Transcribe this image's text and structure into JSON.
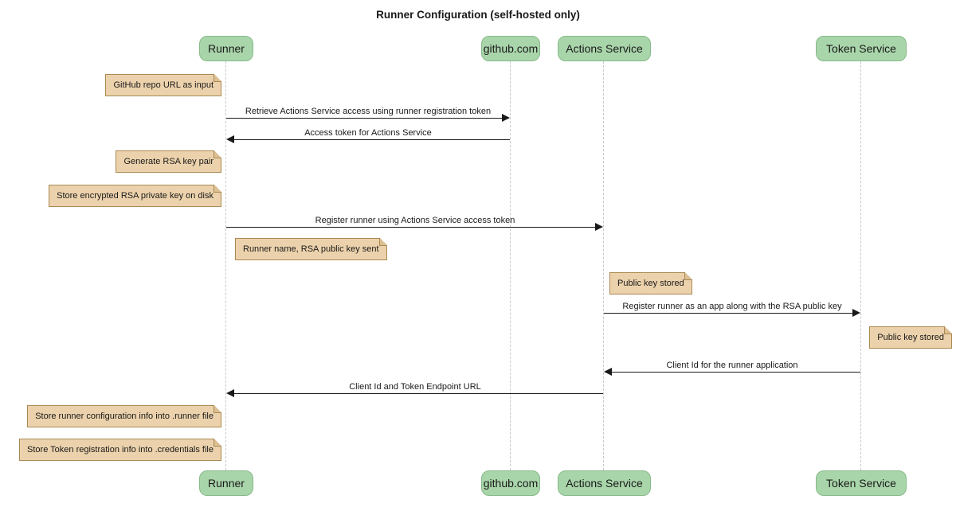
{
  "title": "Runner Configuration (self-hosted only)",
  "participants": [
    {
      "id": "runner",
      "label": "Runner"
    },
    {
      "id": "github",
      "label": "github.com"
    },
    {
      "id": "actions-service",
      "label": "Actions Service"
    },
    {
      "id": "token-service",
      "label": "Token Service"
    }
  ],
  "messages": [
    {
      "from": "Runner",
      "to": "github.com",
      "label": "Retrieve Actions Service access using runner registration token"
    },
    {
      "from": "github.com",
      "to": "Runner",
      "label": "Access token for Actions Service"
    },
    {
      "from": "Runner",
      "to": "Actions Service",
      "label": "Register runner using Actions Service access token"
    },
    {
      "from": "Actions Service",
      "to": "Token Service",
      "label": "Register runner as an app along with the RSA public key"
    },
    {
      "from": "Token Service",
      "to": "Actions Service",
      "label": "Client Id for the runner application"
    },
    {
      "from": "Actions Service",
      "to": "Runner",
      "label": "Client Id and Token Endpoint URL"
    }
  ],
  "notes": [
    {
      "anchor": "Runner",
      "side": "left",
      "text": "GitHub repo URL as input"
    },
    {
      "anchor": "Runner",
      "side": "left",
      "text": "Generate RSA key pair"
    },
    {
      "anchor": "Runner",
      "side": "left",
      "text": "Store encrypted RSA private key on disk"
    },
    {
      "anchor": "Runner",
      "side": "right",
      "text": "Runner name, RSA public key sent"
    },
    {
      "anchor": "Actions Service",
      "side": "right",
      "text": "Public key stored"
    },
    {
      "anchor": "Token Service",
      "side": "right",
      "text": "Public key stored"
    },
    {
      "anchor": "Runner",
      "side": "left",
      "text": "Store runner configuration info into .runner file"
    },
    {
      "anchor": "Runner",
      "side": "left",
      "text": "Store Token registration info into .credentials file"
    }
  ],
  "colors": {
    "actor-fill": "#a9d5aa",
    "actor-border": "#86ba88",
    "note-fill": "#ecd2ac",
    "note-border": "#a98a53",
    "lifeline": "#c9c9c9",
    "text": "#1a1a1a"
  }
}
